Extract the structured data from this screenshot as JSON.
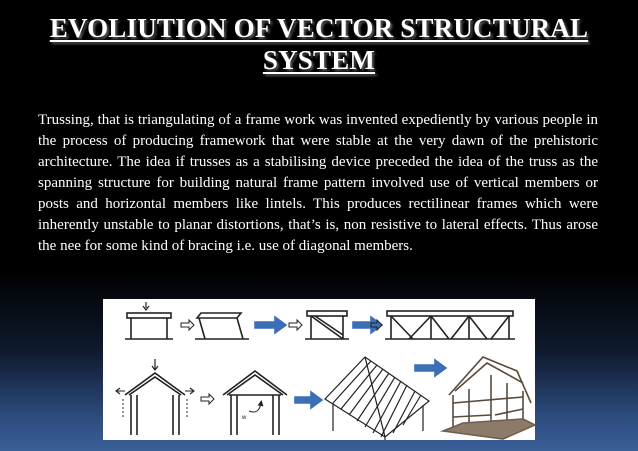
{
  "slide": {
    "title_line1": "EVOLIUTION OF VECTOR STRUCTURAL",
    "title_line2": "SYSTEM",
    "paragraph": "Trussing, that is triangulating of a frame work was invented expediently by various people in the process of producing framework that were stable at the very dawn of the prehistoric architecture. The idea if trusses as a stabilising device preceded the idea of the truss as the spanning structure for building natural frame pattern involved use of vertical members or posts and horizontal members like lintels. This produces rectilinear frames which were inherently unstable to planar distortions, that’s is, non resistive to lateral effects. Thus arose the nee for some kind of bracing i.e. use of diagonal members."
  },
  "figure": {
    "arrow_color": "#3d6fb6",
    "line_color": "#222222",
    "small_label": "w"
  }
}
